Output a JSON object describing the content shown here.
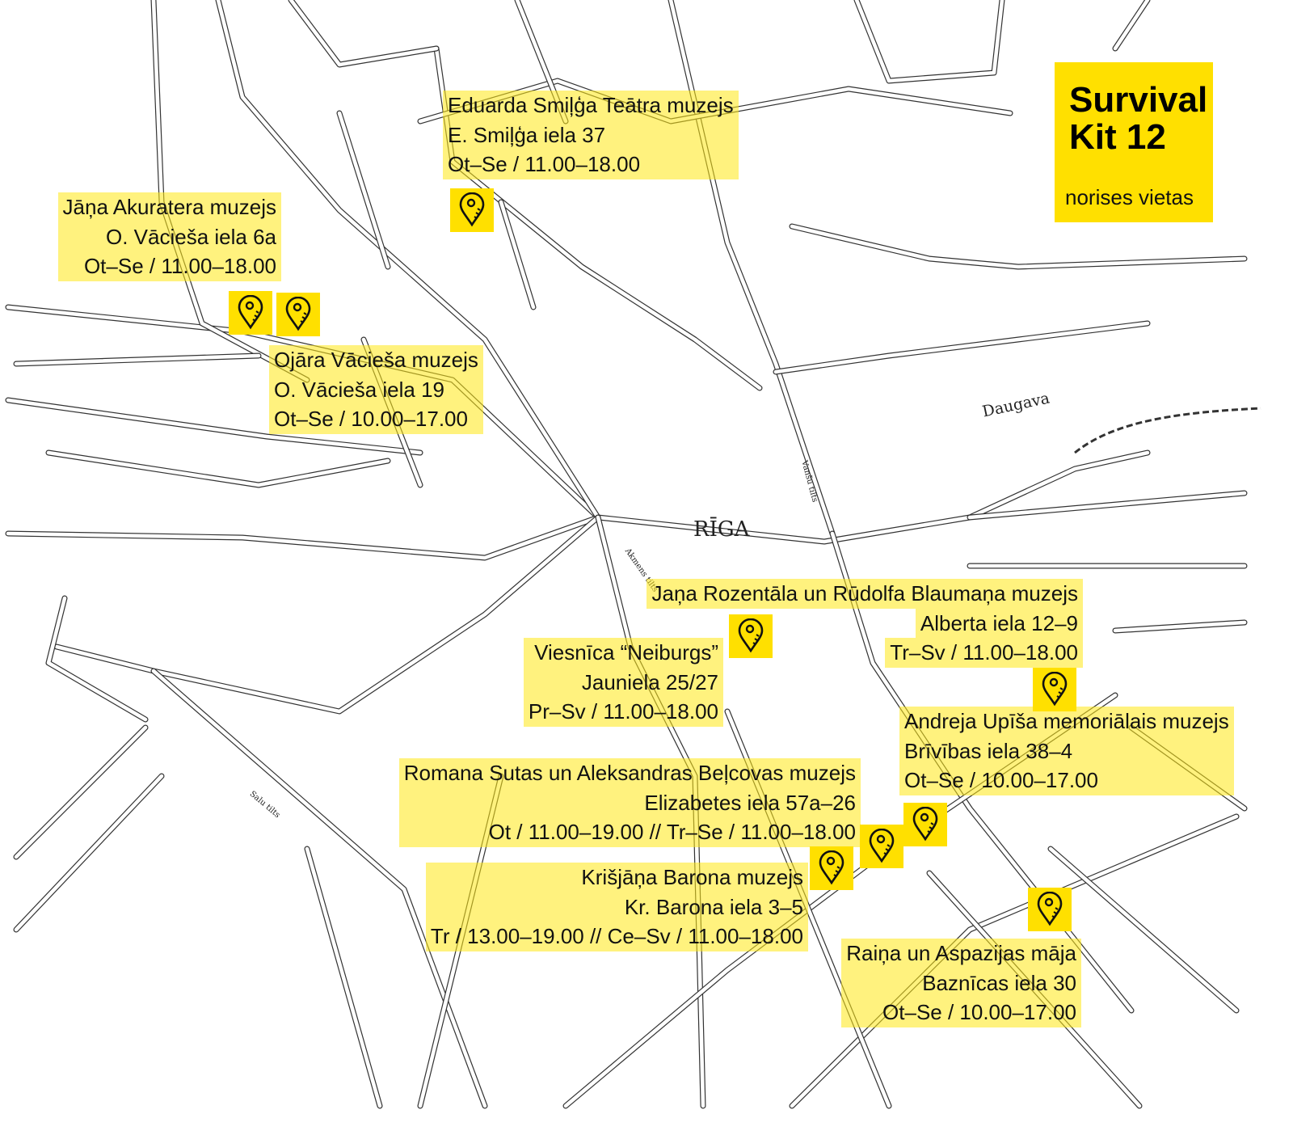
{
  "title": {
    "main_line1": "Survival",
    "main_line2": "Kit 12",
    "subtitle": "norises vietas"
  },
  "accent_color": "#ffe000",
  "map_labels": {
    "city": "RĪGA",
    "river": "Daugava",
    "bridge_vansu": "Vanšu tilts",
    "bridge_akmens": "Akmens tilts",
    "bridge_salu": "Salu tilts"
  },
  "venues": [
    {
      "name": "Eduarda Smiļģa Teātra muzejs",
      "address": "E. Smiļģa iela 37",
      "hours": "Ot–Se / 11.00–18.00"
    },
    {
      "name": "Jāņa Akuratera muzejs",
      "address": "O. Vācieša iela 6a",
      "hours": "Ot–Se / 11.00–18.00"
    },
    {
      "name": "Ojāra Vācieša muzejs",
      "address": "O. Vācieša iela 19",
      "hours": "Ot–Se / 10.00–17.00"
    },
    {
      "name": "Jaņa Rozentāla un Rūdolfa Blaumaņa muzejs",
      "address": "Alberta iela 12–9",
      "hours": "Tr–Sv / 11.00–18.00"
    },
    {
      "name": "Viesnīca “Neiburgs”",
      "address": "Jauniela 25/27",
      "hours": "Pr–Sv / 11.00–18.00"
    },
    {
      "name": "Andreja Upīša memoriālais muzejs",
      "address": "Brīvības iela 38–4",
      "hours": "Ot–Se / 10.00–17.00"
    },
    {
      "name": "Romana Sutas un Aleksandras Beļcovas muzejs",
      "address": "Elizabetes iela 57a–26",
      "hours": "Ot / 11.00–19.00 // Tr–Se / 11.00–18.00"
    },
    {
      "name": "Krišjāņa Barona muzejs",
      "address": "Kr. Barona iela 3–5",
      "hours": "Tr / 13.00–19.00 // Ce–Sv / 11.00–18.00"
    },
    {
      "name": "Raiņa un Aspazijas māja",
      "address": "Baznīcas iela 30",
      "hours": "Ot–Se / 10.00–17.00"
    }
  ]
}
